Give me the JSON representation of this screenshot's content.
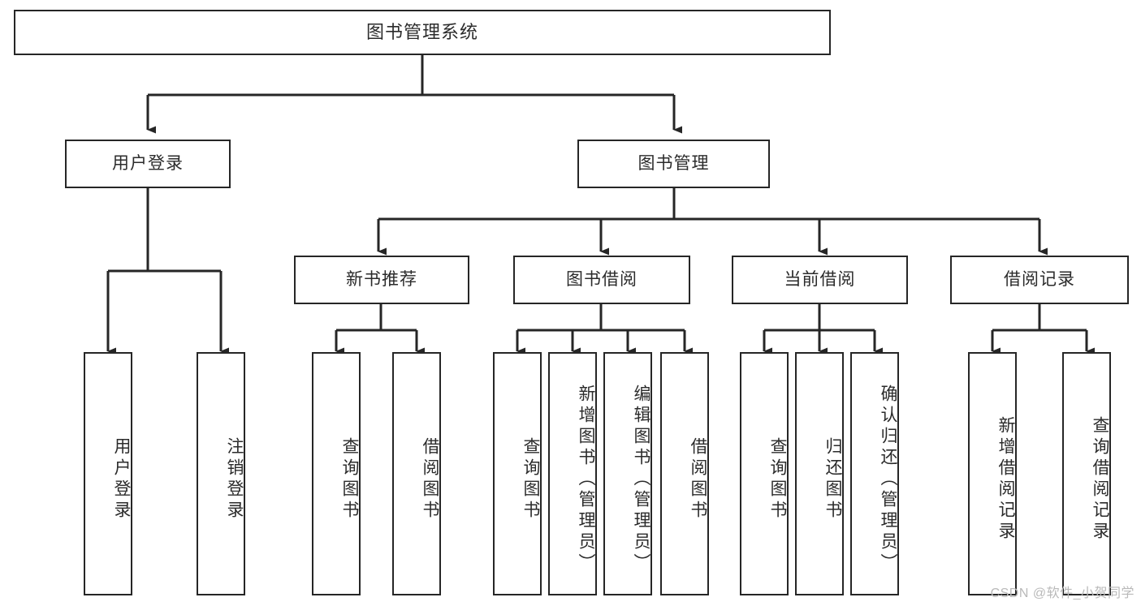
{
  "diagram": {
    "title": "图书管理系统",
    "type": "tree",
    "watermark": "CSDN @软件_小贺同学",
    "colors": {
      "stroke": "#262626",
      "fill": "#ffffff",
      "text": "#2b2b2b",
      "watermark": "#b9b9b9"
    },
    "root": {
      "label": "图书管理系统"
    },
    "level2": [
      {
        "label": "用户登录"
      },
      {
        "label": "图书管理"
      }
    ],
    "level3": [
      {
        "label": "新书推荐"
      },
      {
        "label": "图书借阅"
      },
      {
        "label": "当前借阅"
      },
      {
        "label": "借阅记录"
      }
    ],
    "leaves": {
      "user_login": [
        {
          "label": "用户登录"
        },
        {
          "label": "注销登录"
        }
      ],
      "new_book_recommend": [
        {
          "label": "查询图书"
        },
        {
          "label": "借阅图书"
        }
      ],
      "book_borrow": [
        {
          "label": "查询图书"
        },
        {
          "label": "新增图书（管理员）"
        },
        {
          "label": "编辑图书（管理员）"
        },
        {
          "label": "借阅图书"
        }
      ],
      "current_borrow": [
        {
          "label": "查询图书"
        },
        {
          "label": "归还图书"
        },
        {
          "label": "确认归还（管理员）"
        }
      ],
      "borrow_record": [
        {
          "label": "新增借阅记录"
        },
        {
          "label": "查询借阅记录"
        }
      ]
    }
  }
}
